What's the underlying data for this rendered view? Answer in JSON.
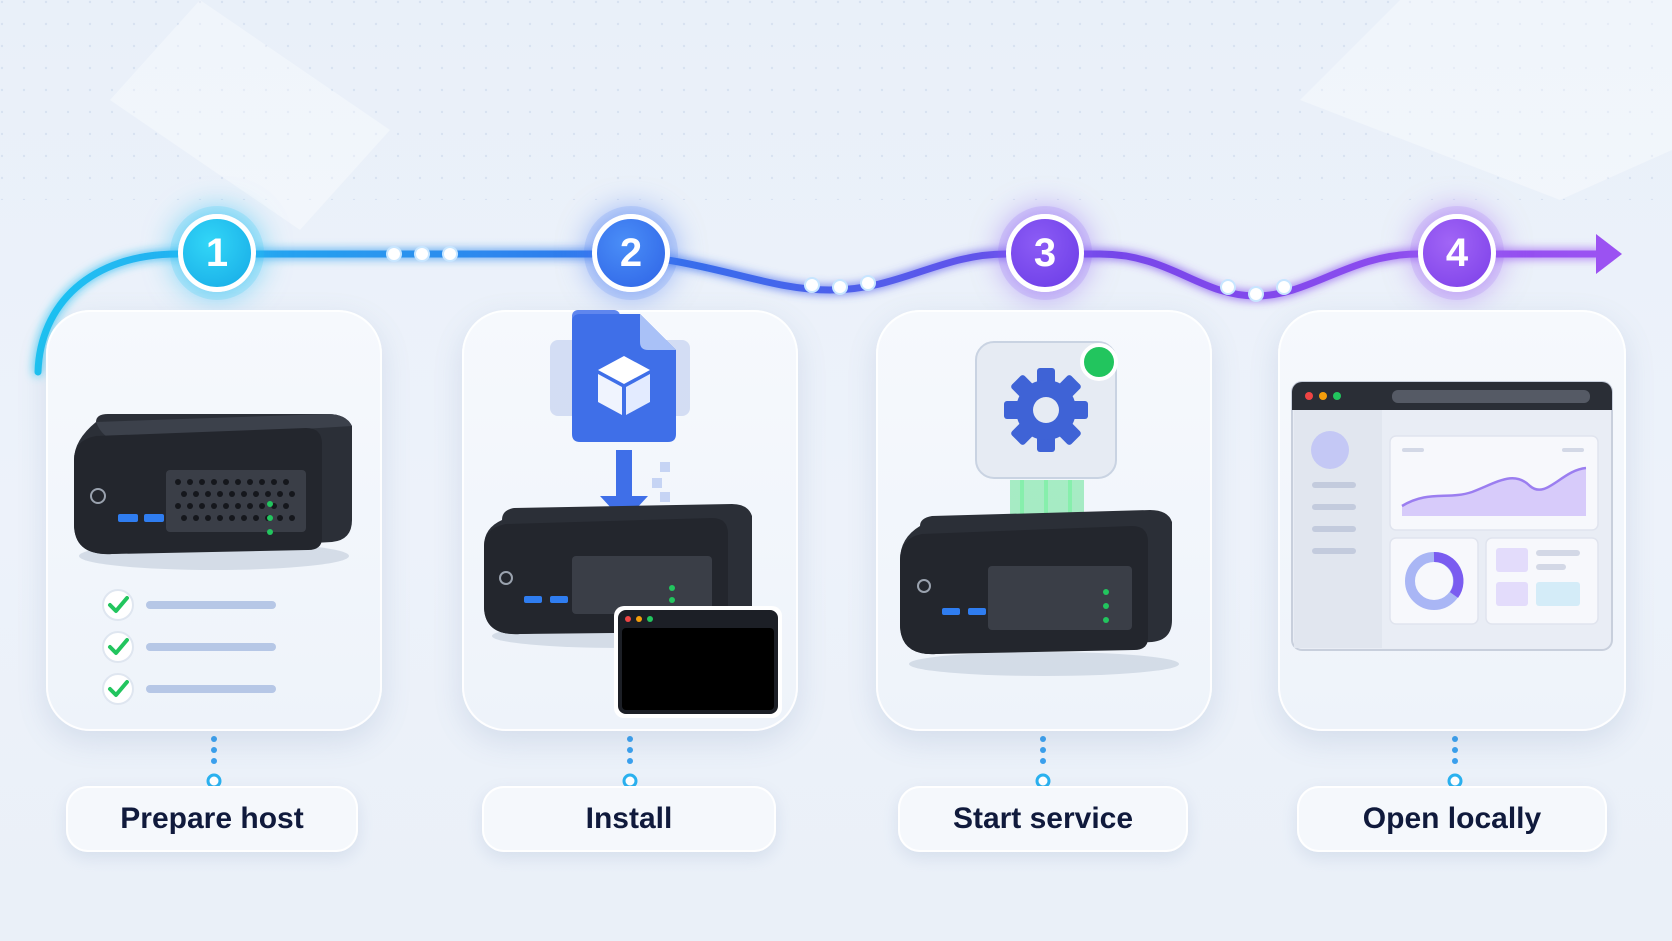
{
  "steps": [
    {
      "number": "1",
      "label": "Prepare host",
      "illustration": "mini-pc-with-checklist"
    },
    {
      "number": "2",
      "label": "Install",
      "illustration": "package-download-to-mini-pc-with-terminal"
    },
    {
      "number": "3",
      "label": "Start service",
      "illustration": "gear-service-running-on-mini-pc"
    },
    {
      "number": "4",
      "label": "Open locally",
      "illustration": "browser-dashboard"
    }
  ],
  "colors": {
    "step1": "#1fbff0",
    "step2": "#3370ec",
    "step3": "#7846ea",
    "step4": "#8d4ff0",
    "label_text": "#101a3c",
    "check_green": "#22c55e",
    "status_green": "#22c55e"
  },
  "icons": {
    "arrow": "arrow-right-icon",
    "connector": "dotted-connector",
    "check": "check-icon",
    "gear": "gear-icon",
    "package": "cube-package-icon"
  }
}
